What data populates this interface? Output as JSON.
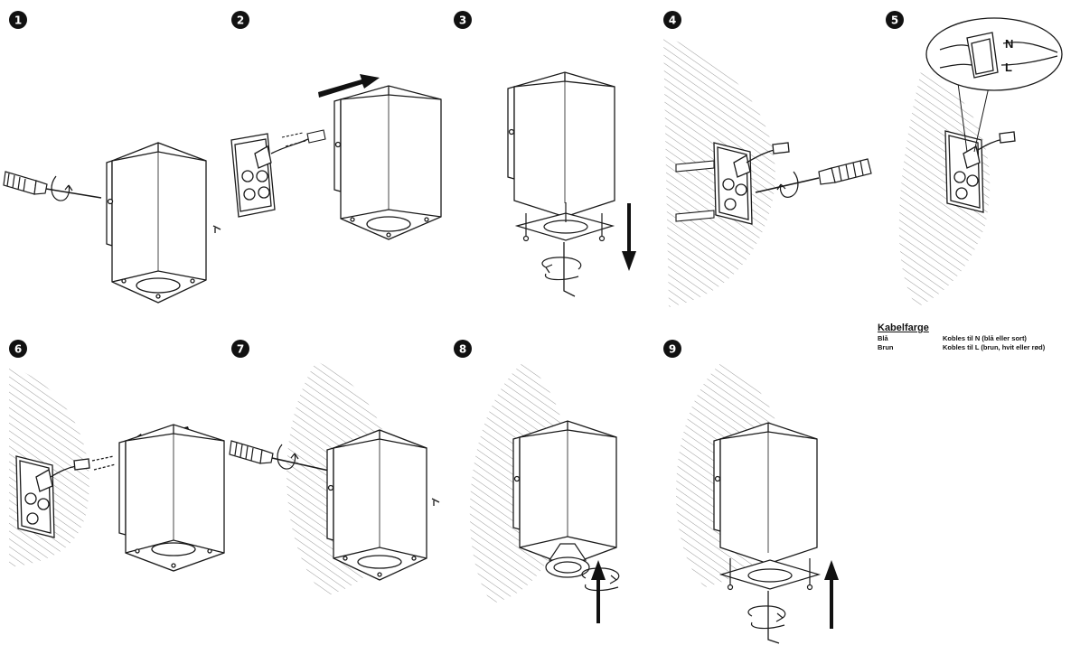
{
  "steps": [
    {
      "number": "1"
    },
    {
      "number": "2"
    },
    {
      "number": "3"
    },
    {
      "number": "4"
    },
    {
      "number": "5"
    },
    {
      "number": "6"
    },
    {
      "number": "7"
    },
    {
      "number": "8"
    },
    {
      "number": "9"
    }
  ],
  "callout": {
    "neutral": "N",
    "live": "L"
  },
  "legend": {
    "title": "Kabelfarge",
    "rows": [
      {
        "color": "Blå",
        "description": "Kobles til  N  (blå eller sort)"
      },
      {
        "color": "Brun",
        "description": "Kobles til  L  (brun, hvit eller rød)"
      }
    ]
  },
  "colors": {
    "ink": "#1a1a1a",
    "hatch": "#9a9a9a",
    "badge": "#111111"
  }
}
